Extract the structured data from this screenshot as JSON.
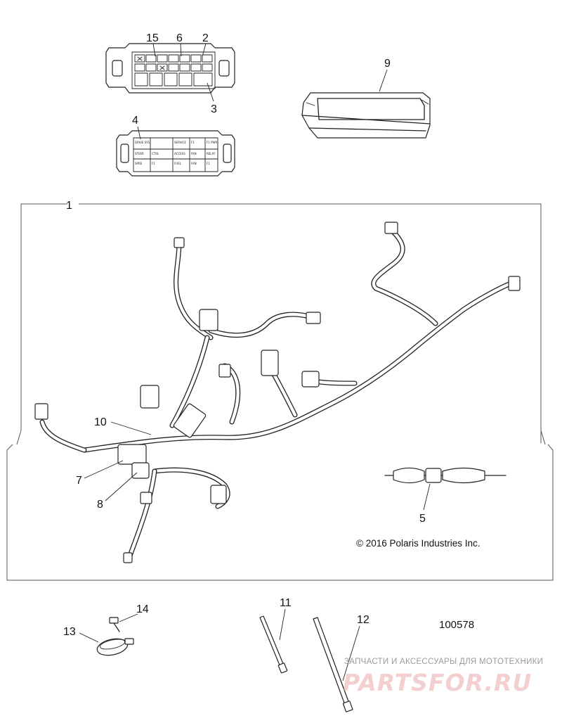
{
  "callouts": {
    "c1": "1",
    "c2": "2",
    "c3": "3",
    "c4": "4",
    "c5": "5",
    "c6": "6",
    "c7": "7",
    "c8": "8",
    "c9": "9",
    "c10": "10",
    "c11": "11",
    "c12": "12",
    "c13": "13",
    "c14": "14",
    "c15": "15"
  },
  "copyright": "© 2016 Polaris Industries Inc.",
  "part_number": "100578",
  "watermark": {
    "tagline": "ЗАПЧАСТИ И АКСЕССУАРЫ ДЛЯ МОТОТЕХНИКИ",
    "brand": "PARTSFOR.RU"
  },
  "fuse_box_labels": {
    "row1": [
      "DRIVE SYS",
      "",
      "SERVICE",
      "F1",
      "F1 PWR"
    ],
    "row2": [
      "STEER",
      "CTRL",
      "ACCESS",
      "FAN",
      "RELAY"
    ],
    "row3": [
      "SPRE",
      "F1",
      "FUEL",
      "FAN",
      "F1"
    ]
  },
  "colors": {
    "line": "#222222",
    "watermark": "#e9a8a8",
    "background": "#ffffff"
  }
}
